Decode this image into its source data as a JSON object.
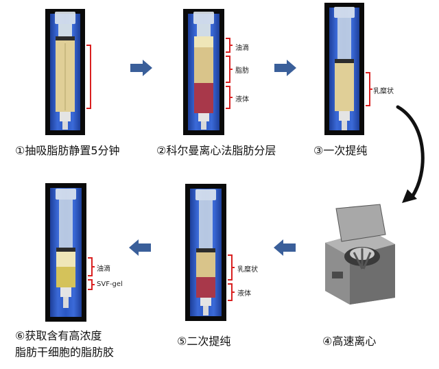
{
  "steps": [
    {
      "label": "①抽吸脂肪静置5分钟"
    },
    {
      "label": "②科尔曼离心法脂肪分层"
    },
    {
      "label": "③一次提纯"
    },
    {
      "label": "④高速离心"
    },
    {
      "label": "⑤二次提纯"
    },
    {
      "label_line1": "⑥获取含有高浓度",
      "label_line2": "脂肪干细胞的脂肪胶"
    }
  ],
  "annotations": {
    "panel2": [
      "油滴",
      "脂肪",
      "液体"
    ],
    "panel3": [
      "乳糜状"
    ],
    "panel5": [
      "乳糜状",
      "液体"
    ],
    "panel6": [
      "油滴",
      "SVF-gel"
    ]
  },
  "colors": {
    "bracket": "#d92020",
    "arrow": "#3a5f9a",
    "background_blue": "#2a57c4",
    "fat_yellow": "#e4cf8e",
    "liquid_red": "#a8384a"
  },
  "icons": [
    "arrow-right-icon",
    "arrow-left-icon",
    "curved-arrow-icon",
    "centrifuge-icon",
    "syringe-icon"
  ]
}
